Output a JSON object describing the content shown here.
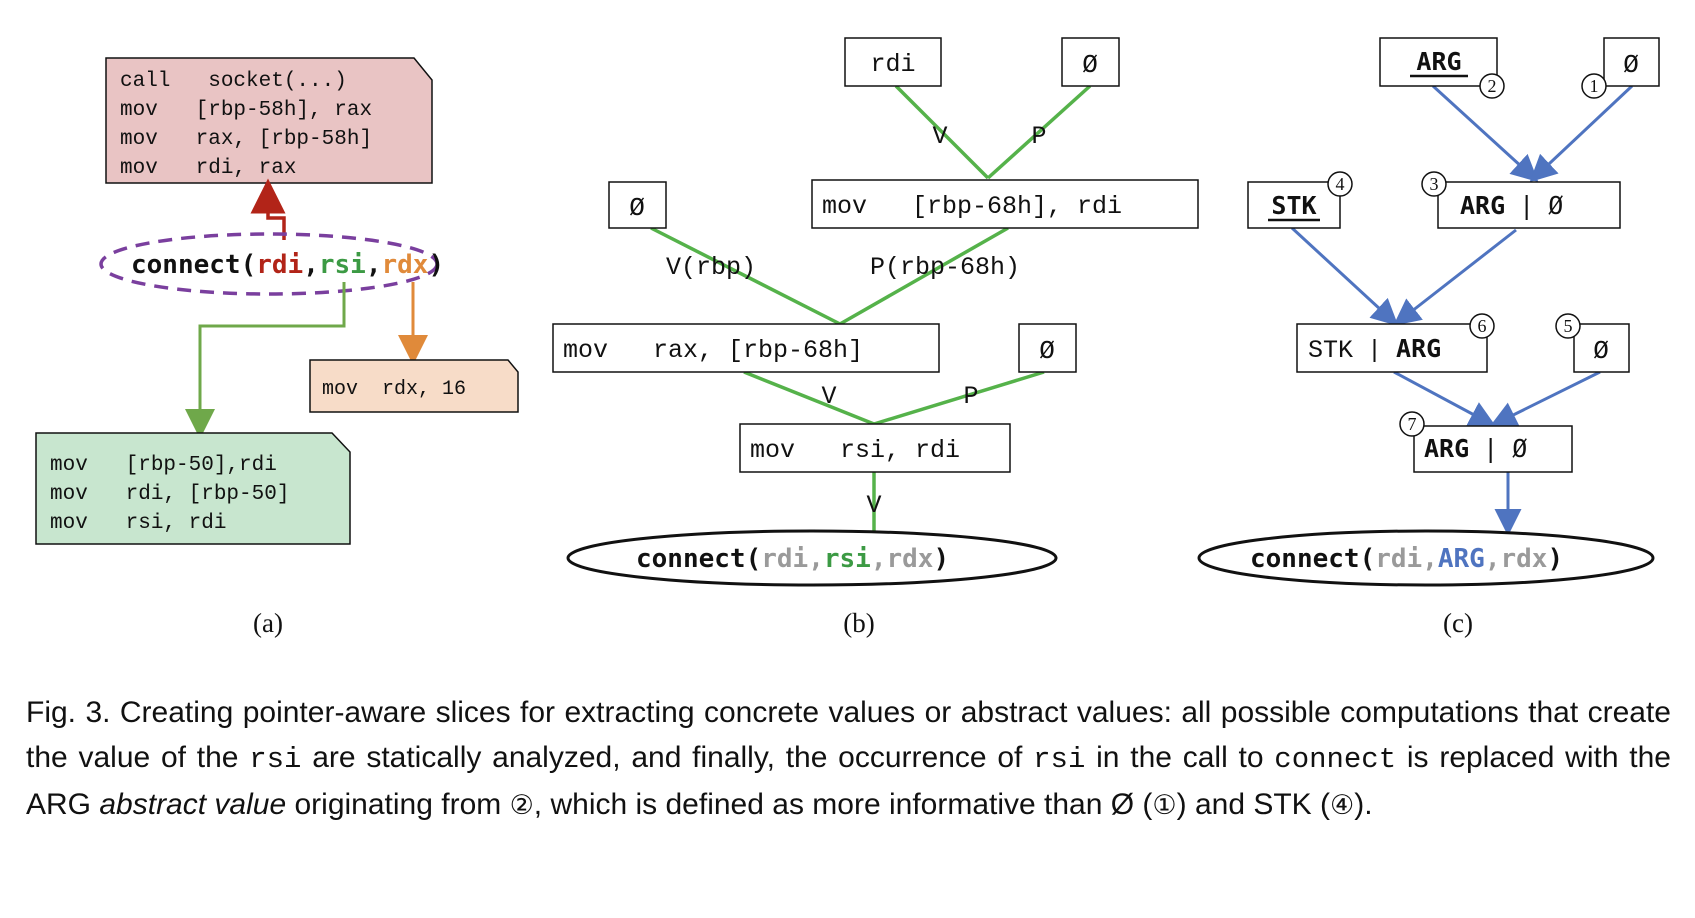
{
  "panel_a": {
    "red_box": [
      "call   socket(...)",
      "mov   [rbp-58h], rax",
      "mov   rax, [rbp-58h]",
      "mov   rdi, rax"
    ],
    "connect_fn": "connect(",
    "connect_args": [
      "rdi",
      "rsi",
      "rdx"
    ],
    "comma": ",",
    "close_paren": ")",
    "orange_box": "mov  rdx, 16",
    "green_box": [
      "mov   [rbp-50],rdi",
      "mov   rdi, [rbp-50]",
      "mov   rsi, rdi"
    ],
    "label": "(a)"
  },
  "panel_b": {
    "rdi": "rdi",
    "empty": "Ø",
    "mov_rbp68_rdi": "mov   [rbp-68h], rdi",
    "mov_rax_rbp68": "mov   rax, [rbp-68h]",
    "mov_rsi_rdi": "mov   rsi, rdi",
    "edge_v": "V",
    "edge_p": "P",
    "edge_v_rbp": "V(rbp)",
    "edge_p_rbp68": "P(rbp-68h)",
    "connect_fn": "connect(",
    "connect_args": [
      "rdi",
      "rsi",
      "rdx"
    ],
    "label": "(b)"
  },
  "panel_c": {
    "arg": "ARG",
    "stk": "STK",
    "empty": "Ø",
    "arg_or_empty": [
      "ARG",
      "|",
      "Ø"
    ],
    "stk_or_arg": [
      "STK",
      "|",
      "ARG"
    ],
    "markers": [
      "①",
      "②",
      "③",
      "④",
      "⑤",
      "⑥",
      "⑦"
    ],
    "connect_fn": "connect(",
    "connect_args": [
      "rdi",
      "ARG",
      "rdx"
    ],
    "label": "(c)"
  },
  "caption": {
    "t1": "Fig. 3.  Creating pointer-aware slices for extracting concrete values or abstract values: all possible computations that create the value of the ",
    "c1": "rsi",
    "t2": " are statically analyzed, and finally, the occurrence of ",
    "c2": "rsi",
    "t3": " in the call to ",
    "c3": "connect",
    "t4": " is replaced with the ARG ",
    "em": "abstract value",
    "t5": " originating from ",
    "m2": "②",
    "t6": ", which is defined as more informative than Ø (",
    "m1": "①",
    "t7": ") and STK (",
    "m4": "④",
    "t8": ")."
  },
  "colors": {
    "red_fill": "#e9c4c4",
    "red_line": "#b22418",
    "green_fill": "#c8e6cf",
    "green_line": "#6fa84a",
    "green_edge": "#55b24a",
    "orange_fill": "#f7dcc8",
    "orange_line": "#e08a3a",
    "purple": "#7a3f9e",
    "blue": "#4f74c0",
    "gray": "#9a9a9a",
    "green_text": "#3c9a44"
  }
}
